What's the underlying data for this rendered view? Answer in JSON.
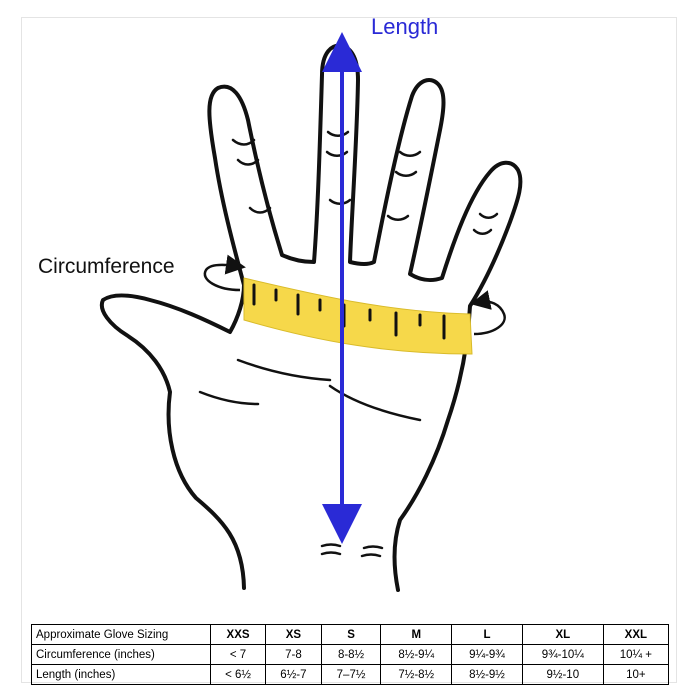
{
  "diagram": {
    "length_label": "Length",
    "circumference_label": "Circumference",
    "colors": {
      "arrow": "#2a2ad6",
      "tape": "#f6d84a",
      "ink": "#111111"
    }
  },
  "table": {
    "header_label": "Approximate Glove Sizing",
    "sizes": [
      "XXS",
      "XS",
      "S",
      "M",
      "L",
      "XL",
      "XXL"
    ],
    "rows": [
      {
        "label": "Circumference (inches)",
        "values": [
          "< 7",
          "7-8",
          "8-8½",
          "8½-9¼",
          "9¼-9¾",
          "9¾-10¼",
          "10¼ +"
        ]
      },
      {
        "label": "Length (inches)",
        "values": [
          "< 6½",
          "6½-7",
          "7–7½",
          "7½-8½",
          "8½-9½",
          "9½-10",
          "10+"
        ]
      }
    ]
  }
}
